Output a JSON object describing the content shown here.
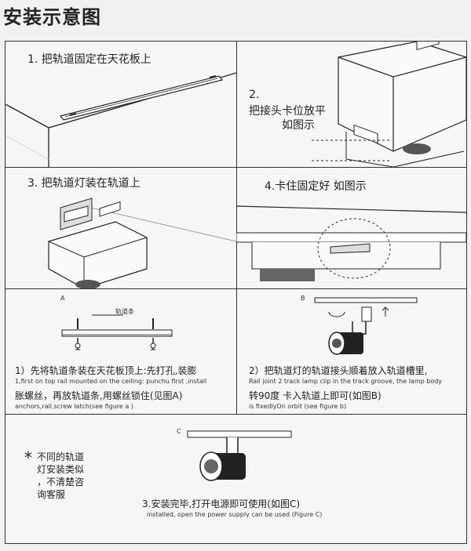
{
  "title": "安装示意图",
  "steps": {
    "s1": "1. 把轨道固定在天花板上",
    "s2_num": "2.",
    "s2_line1": "把接头卡位放平",
    "s2_line2": "如图示",
    "s3": "3. 把轨道灯装在轨道上",
    "s4": "4.卡住固定好  如图示"
  },
  "figA": {
    "label": "A",
    "rail_label": "轨道条",
    "cn_line1": "1）先将轨道条装在天花板顶上:先打孔,装膨",
    "en_line1": "1,first on top rail mounted on the ceiling: punchu first ,install",
    "cn_line2": "胀螺丝，再放轨道条,用螺丝锁住(见图A)",
    "en_line2": "anchors,rail,screw latch(see figure a )"
  },
  "figB": {
    "label": "B",
    "cn_line1": "2）把轨道灯的轨道接头顺着放入轨道槽里,",
    "en_line1": "Rail joint 2 track lamp clip in the track groove, the lamp body",
    "cn_line2": "转90度  卡入轨道上即可(如图B)",
    "en_line2": "is fixedlyOn orbit (see figure b)"
  },
  "figC": {
    "label": "C",
    "cn_line": "3.安装完毕,打开电源即可使用(如图C)",
    "en_line": "installed, open the power supply can be used (Figure C)"
  },
  "note": {
    "star": "*",
    "line1": "不同的轨道",
    "line2": "灯安装类似",
    "line3": "，不清楚咨",
    "line4": "询客服"
  }
}
